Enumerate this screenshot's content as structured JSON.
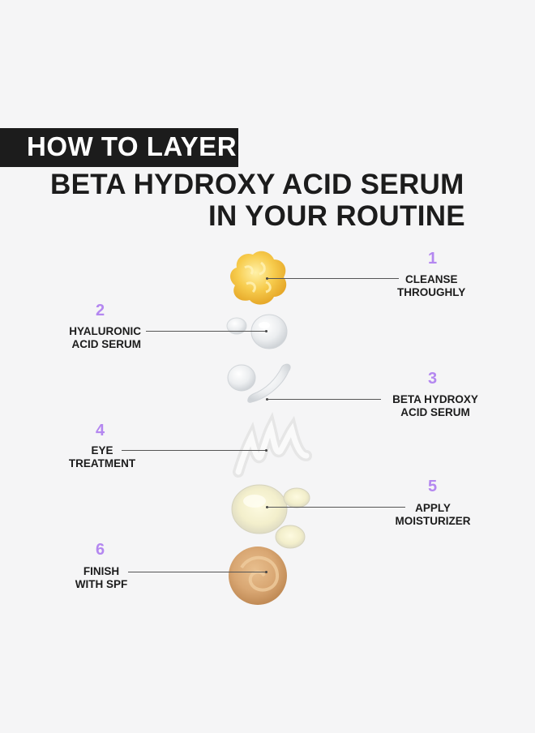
{
  "header": {
    "tag": "HOW TO LAYER",
    "title_line1": "BETA HYDROXY ACID SERUM",
    "title_line2": "IN YOUR ROUTINE"
  },
  "steps": [
    {
      "number": "1",
      "line1": "CLEANSE",
      "line2": "THROUGHLY",
      "texture": "yellow-gel-cleanser",
      "color": "#f5c64a"
    },
    {
      "number": "2",
      "line1": "HYALURONIC",
      "line2": "ACID SERUM",
      "texture": "clear-serum-drops",
      "color": "#e4e7ea"
    },
    {
      "number": "3",
      "line1": "BETA HYDROXY",
      "line2": "ACID SERUM",
      "texture": "clear-serum-swipe",
      "color": "#e6e8ea"
    },
    {
      "number": "4",
      "line1": "EYE",
      "line2": "TREATMENT",
      "texture": "white-cream-swirl",
      "color": "#eeeeee"
    },
    {
      "number": "5",
      "line1": "APPLY",
      "line2": "MOISTURIZER",
      "texture": "cream-dollops",
      "color": "#f3f0d8"
    },
    {
      "number": "6",
      "line1": "FINISH",
      "line2": "WITH SPF",
      "texture": "tinted-spf-swirl",
      "color": "#d9a773"
    }
  ],
  "colors": {
    "background": "#f5f5f6",
    "title_box": "#1c1c1c",
    "step_number": "#b487f0",
    "text": "#1c1c1c"
  }
}
